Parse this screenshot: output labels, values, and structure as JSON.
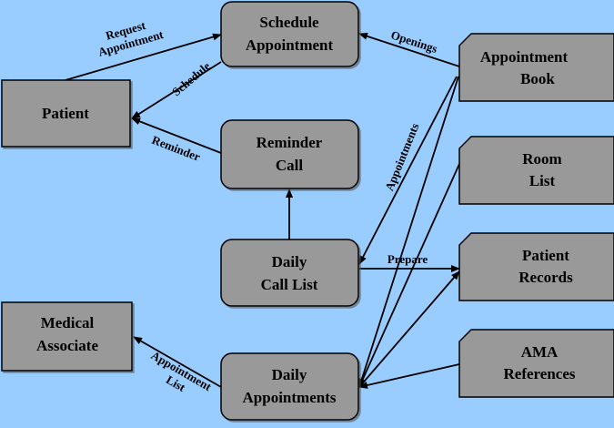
{
  "diagram": {
    "background": "#99ccff",
    "box_fill": "#999999",
    "box_stroke": "#000000",
    "processes": {
      "schedule_appointment": [
        "Schedule",
        "Appointment"
      ],
      "reminder_call": [
        "Reminder",
        "Call"
      ],
      "daily_call_list": [
        "Daily",
        "Call List"
      ],
      "daily_appointments": [
        "Daily",
        "Appointments"
      ]
    },
    "entities": {
      "patient": [
        "Patient"
      ],
      "medical_associate": [
        "Medical",
        "Associate"
      ]
    },
    "stores": {
      "appointment_book": [
        "Appointment",
        "Book"
      ],
      "room_list": [
        "Room",
        "List"
      ],
      "patient_records": [
        "Patient",
        "Records"
      ],
      "ama_references": [
        "AMA",
        "References"
      ]
    },
    "flows": {
      "request_appointment": [
        "Request",
        "Appointment"
      ],
      "schedule": "Schedule",
      "openings": "Openings",
      "reminder": "Reminder",
      "appointments": "Appointments",
      "prepare": "Prepare",
      "appointment_list": [
        "Appointment",
        "List"
      ]
    }
  }
}
